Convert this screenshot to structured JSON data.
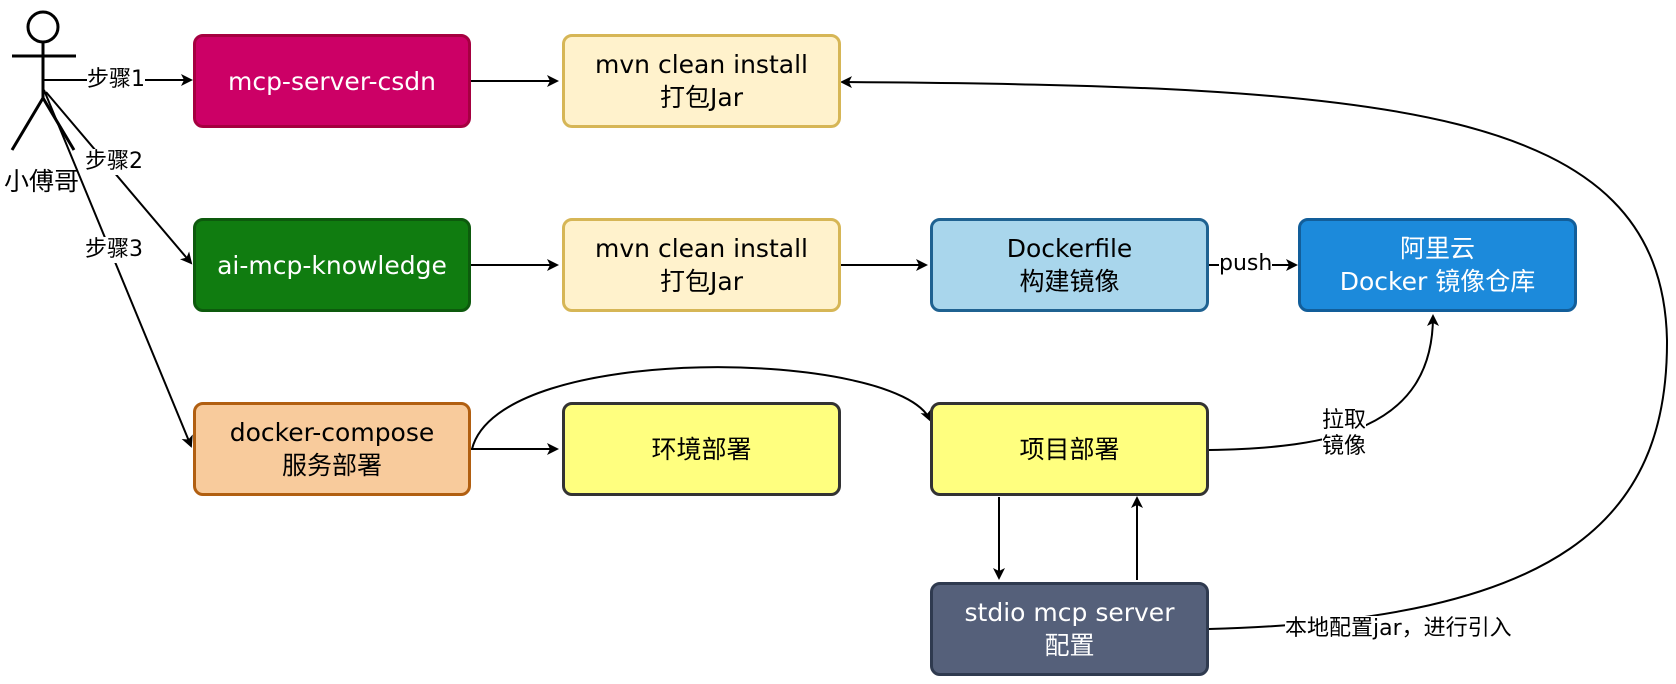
{
  "actor": {
    "name": "小傅哥"
  },
  "steps": {
    "step1": "步骤1",
    "step2": "步骤2",
    "step3": "步骤3"
  },
  "nodes": {
    "mcp_server_csdn": {
      "line1": "mcp-server-csdn",
      "color": "#CC0066"
    },
    "mvn_install_1": {
      "line1": "mvn clean install",
      "line2": "打包Jar",
      "color": "#FFF2CC"
    },
    "ai_mcp_knowledge": {
      "line1": "ai-mcp-knowledge",
      "color": "#107C10"
    },
    "mvn_install_2": {
      "line1": "mvn clean install",
      "line2": "打包Jar",
      "color": "#FFF2CC"
    },
    "dockerfile": {
      "line1": "Dockerfile",
      "line2": "构建镜像",
      "color": "#A9D6EC"
    },
    "aliyun": {
      "line1": "阿里云",
      "line2": "Docker 镜像仓库",
      "color": "#1C8ADB"
    },
    "docker_compose": {
      "line1": "docker-compose",
      "line2": "服务部署",
      "color": "#F8CB9C"
    },
    "env_deploy": {
      "line1": "环境部署",
      "color": "#FFFF7F"
    },
    "project_deploy": {
      "line1": "项目部署",
      "color": "#FFFF7F"
    },
    "stdio_mcp": {
      "line1": "stdio mcp server",
      "line2": "配置",
      "color": "#55607A"
    }
  },
  "edge_labels": {
    "push": "push",
    "pull_line1": "拉取",
    "pull_line2": "镜像",
    "local_jar": "本地配置jar，进行引入"
  }
}
